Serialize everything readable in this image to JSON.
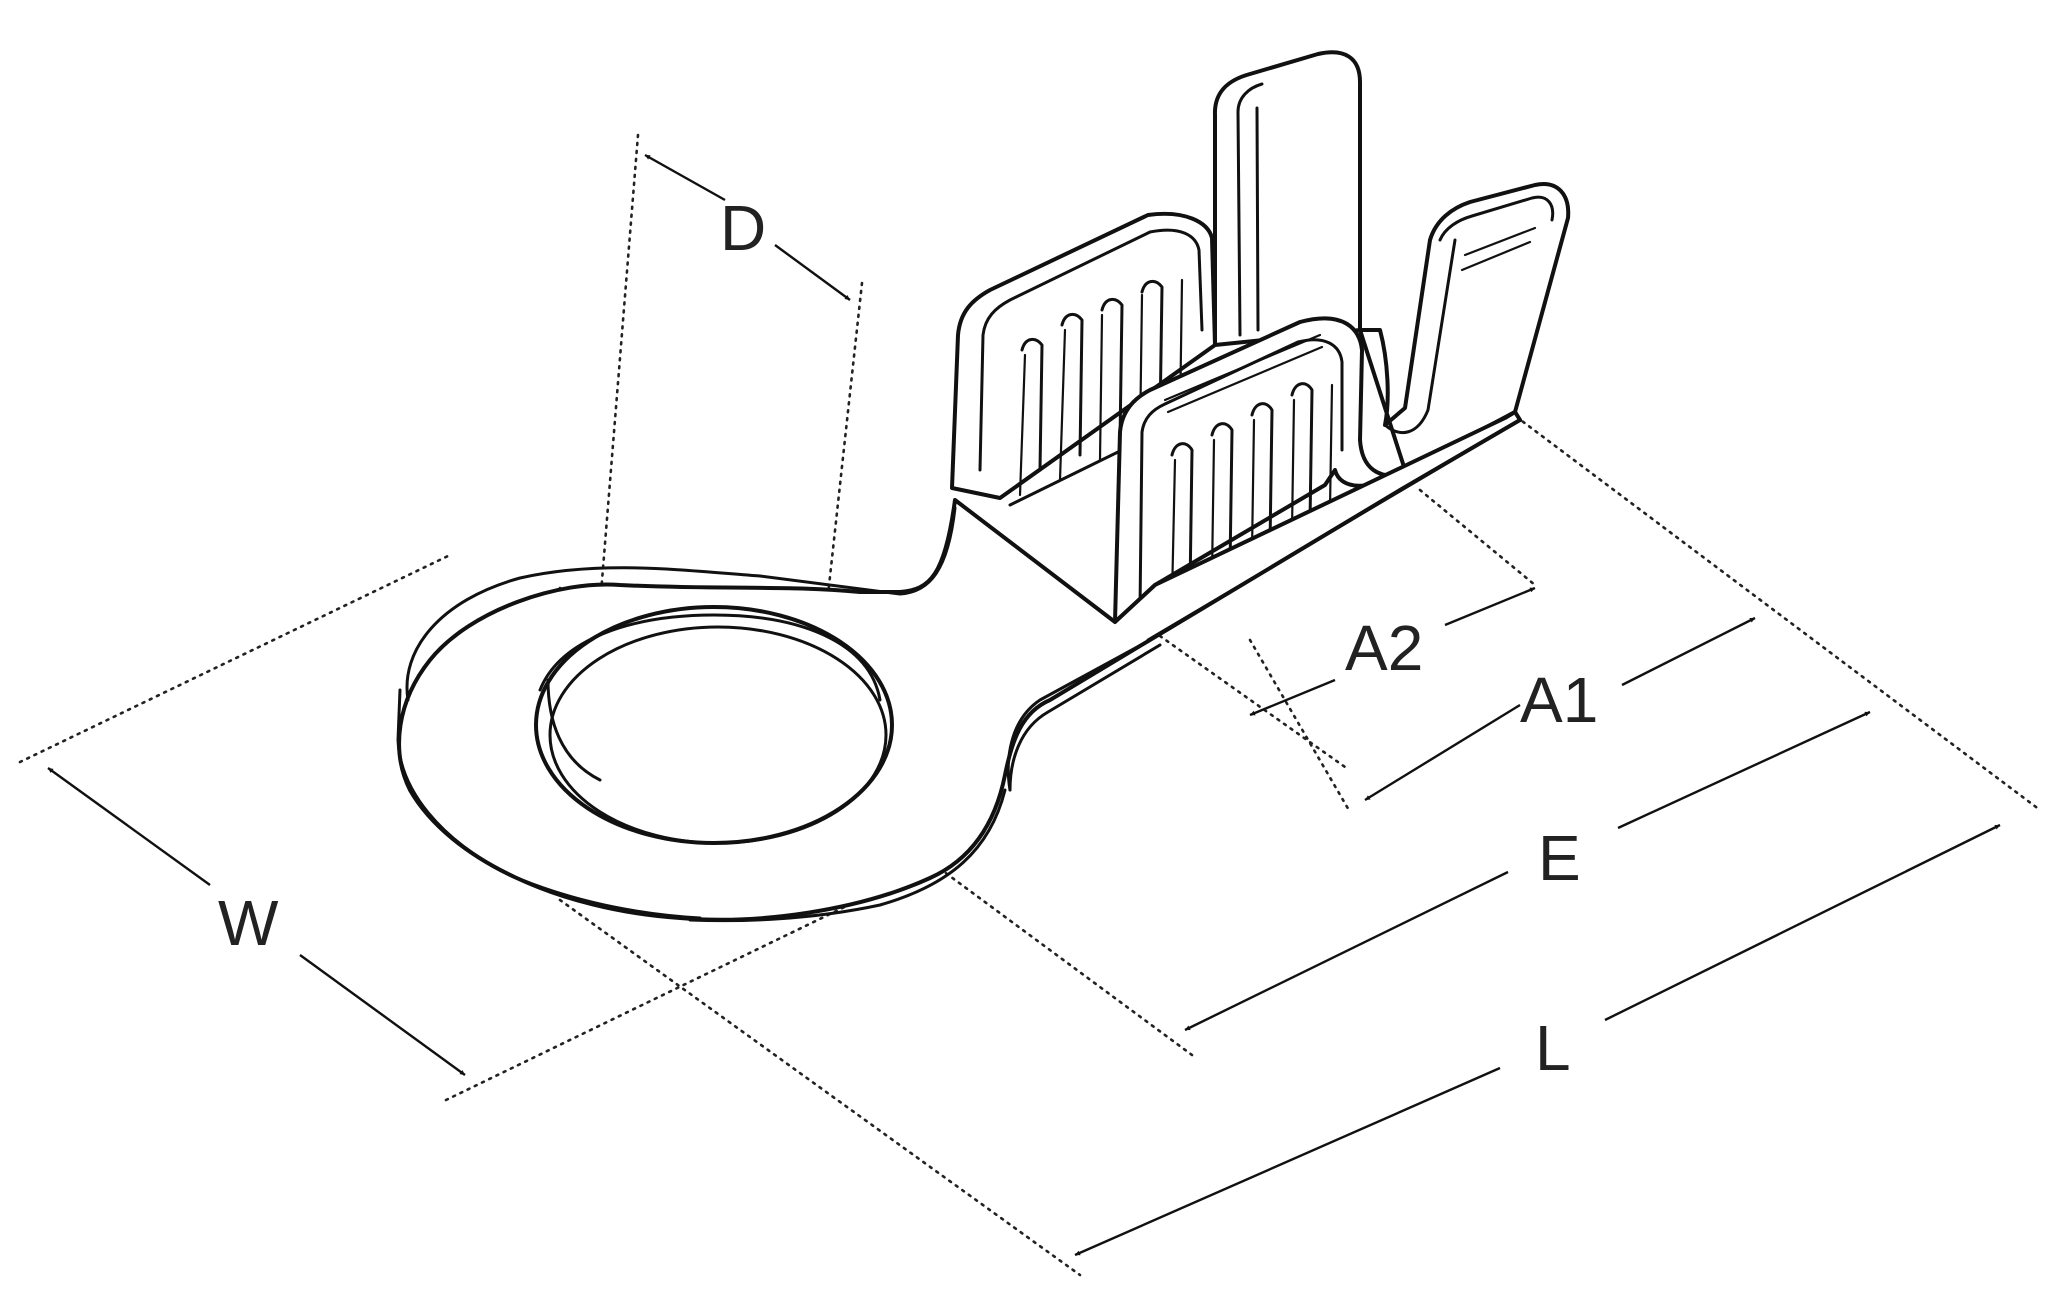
{
  "colors": {
    "line": "#111111",
    "background": "#ffffff"
  },
  "labels": {
    "D": "D",
    "A2": "A2",
    "A1": "A1",
    "E": "E",
    "L": "L",
    "W": "W"
  }
}
